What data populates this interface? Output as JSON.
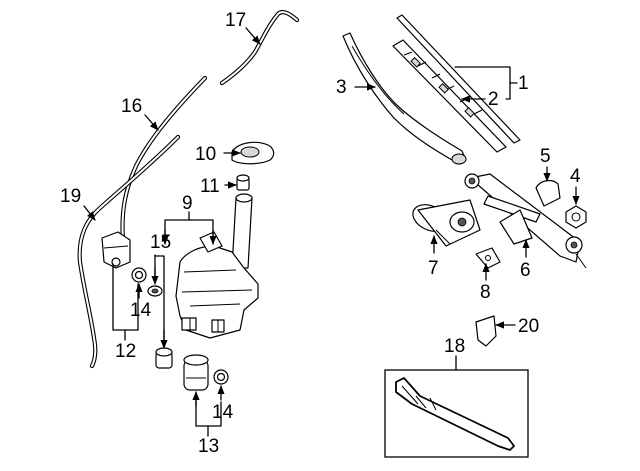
{
  "callouts": [
    {
      "id": "c1",
      "text": "1"
    },
    {
      "id": "c2",
      "text": "2"
    },
    {
      "id": "c3",
      "text": "3"
    },
    {
      "id": "c4",
      "text": "4"
    },
    {
      "id": "c5",
      "text": "5"
    },
    {
      "id": "c6",
      "text": "6"
    },
    {
      "id": "c7",
      "text": "7"
    },
    {
      "id": "c8",
      "text": "8"
    },
    {
      "id": "c9",
      "text": "9"
    },
    {
      "id": "c10",
      "text": "10"
    },
    {
      "id": "c11",
      "text": "11"
    },
    {
      "id": "c12",
      "text": "12"
    },
    {
      "id": "c13",
      "text": "13"
    },
    {
      "id": "c14a",
      "text": "14"
    },
    {
      "id": "c14b",
      "text": "14"
    },
    {
      "id": "c15",
      "text": "15"
    },
    {
      "id": "c16",
      "text": "16"
    },
    {
      "id": "c17",
      "text": "17"
    },
    {
      "id": "c18",
      "text": "18"
    },
    {
      "id": "c19",
      "text": "19"
    },
    {
      "id": "c20",
      "text": "20"
    }
  ]
}
